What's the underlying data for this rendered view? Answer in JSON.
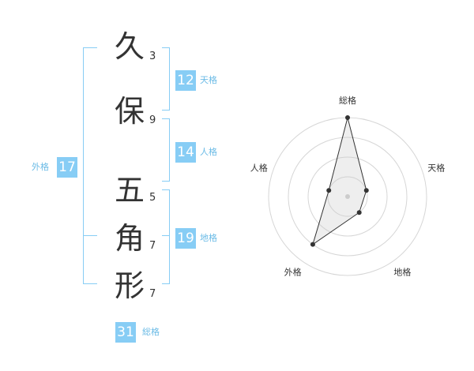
{
  "name": {
    "chars": [
      {
        "char": "久",
        "strokes": "3"
      },
      {
        "char": "保",
        "strokes": "9"
      },
      {
        "char": "五",
        "strokes": "5"
      },
      {
        "char": "角",
        "strokes": "7"
      },
      {
        "char": "形",
        "strokes": "7"
      }
    ]
  },
  "fortunes": {
    "ten": {
      "value": "12",
      "label": "天格"
    },
    "jin": {
      "value": "14",
      "label": "人格"
    },
    "chi": {
      "value": "19",
      "label": "地格"
    },
    "gai": {
      "value": "17",
      "label": "外格"
    },
    "sou": {
      "value": "31",
      "label": "総格"
    }
  },
  "colors": {
    "accent": "#87cdf5",
    "label": "#6bbbe6"
  },
  "chart_data": {
    "type": "radar",
    "axes": [
      "総格",
      "天格",
      "地格",
      "外格",
      "人格"
    ],
    "values": [
      4,
      1,
      1,
      3,
      1
    ],
    "range": [
      0,
      4
    ],
    "rings": 4
  }
}
